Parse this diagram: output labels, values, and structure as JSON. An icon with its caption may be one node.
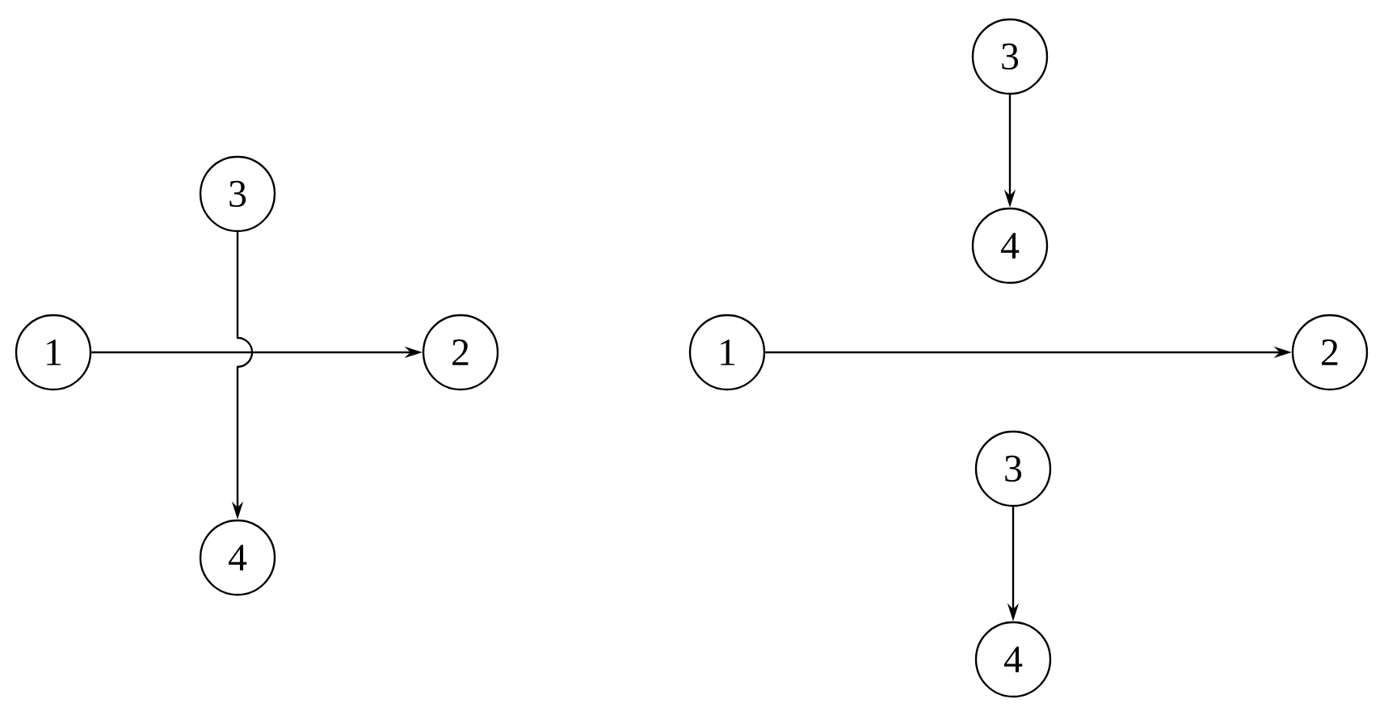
{
  "diagram": {
    "nodes": [
      {
        "text": [
          "1"
        ]
      },
      {
        "text": [
          "2"
        ]
      },
      {
        "text": [
          "3"
        ]
      },
      {
        "text": [
          "4"
        ]
      },
      {
        "text": [
          "3"
        ]
      },
      {
        "text": [
          "4"
        ]
      },
      {
        "text": [
          "1"
        ]
      },
      {
        "text": [
          "2"
        ]
      },
      {
        "text": [
          "3"
        ]
      },
      {
        "text": [
          "4"
        ]
      }
    ],
    "edges": [
      {
        "from": 0,
        "to": 1,
        "arrow": "to"
      },
      {
        "from": 2,
        "to": 3,
        "arrow": "to"
      },
      {
        "from": 4,
        "to": 5,
        "arrow": "to"
      },
      {
        "from": 6,
        "to": 7,
        "arrow": "to"
      },
      {
        "from": 8,
        "to": 9,
        "arrow": "to"
      }
    ]
  }
}
